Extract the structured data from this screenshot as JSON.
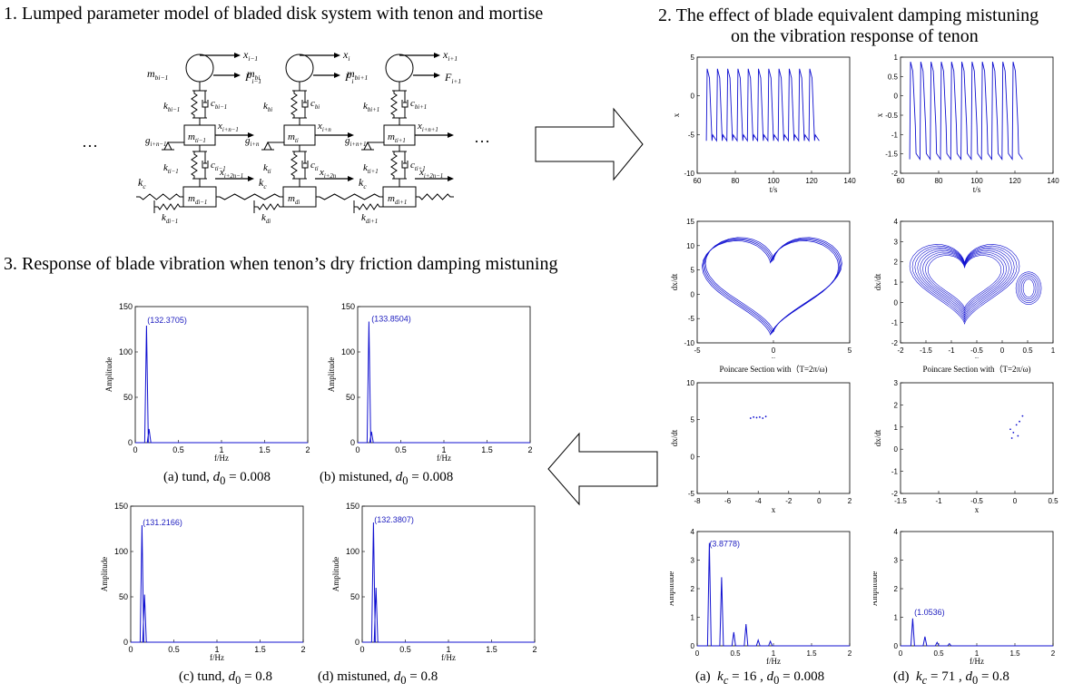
{
  "sections": {
    "s1": "1. Lumped parameter model of bladed disk system with tenon and mortise",
    "s2_line1": "2. The effect of blade equivalent damping mistuning",
    "s2_line2": "on the vibration response of tenon",
    "s3": "3. Response of blade vibration when tenon’s dry friction damping mistuning"
  },
  "model": {
    "ellipsis": "···",
    "cols": [
      {
        "sfx": "i−1",
        "mb": "m",
        "mbs": "bi−1",
        "F": "F",
        "Fs": "i−1",
        "x": "x",
        "xs": "i−1",
        "kb": "k",
        "kbs": "bi−1",
        "cb": "c",
        "cbs": "bi−1",
        "mt": "m",
        "mts": "ti−1",
        "xn": "x",
        "xns": "i+n−1",
        "g": "g",
        "gs": "i+n−1",
        "kt": "k",
        "kts": "ti−1",
        "ct": "c",
        "cts": "ti−1",
        "x2n": "x",
        "x2ns": "i+2n−1",
        "md": "m",
        "mds": "di−1",
        "kd": "k",
        "kds": "di−1"
      },
      {
        "sfx": "i",
        "mb": "m",
        "mbs": "bi",
        "F": "F",
        "Fs": "i",
        "x": "x",
        "xs": "i",
        "kb": "k",
        "kbs": "bi",
        "cb": "c",
        "cbs": "bi",
        "mt": "m",
        "mts": "ti",
        "xn": "x",
        "xns": "i+n",
        "g": "g",
        "gs": "i+n",
        "kt": "k",
        "kts": "ti",
        "ct": "c",
        "cts": "ti",
        "x2n": "x",
        "x2ns": "i+2n",
        "md": "m",
        "mds": "di",
        "kd": "k",
        "kds": "di"
      },
      {
        "sfx": "i+1",
        "mb": "m",
        "mbs": "bi+1",
        "F": "F",
        "Fs": "i+1",
        "x": "x",
        "xs": "i+1",
        "kb": "k",
        "kbs": "bi+1",
        "cb": "c",
        "cbs": "bi+1",
        "mt": "m",
        "mts": "ti+1",
        "xn": "x",
        "xns": "i+n+1",
        "g": "g",
        "gs": "i+n+1",
        "kt": "k",
        "kts": "ti+1",
        "ct": "c",
        "cts": "ti+1",
        "x2n": "x",
        "x2ns": "i+2n−1",
        "md": "m",
        "mds": "di+1",
        "kd": "k",
        "kds": "di+1"
      }
    ],
    "kc": "k",
    "kcs": "c"
  },
  "right_plots": {
    "time_a": {
      "ylabel": "x",
      "xlabel": "t/s",
      "xticks": [
        "60",
        "80",
        "100",
        "120",
        "140"
      ],
      "yticks": [
        "5",
        "0",
        "-5",
        "-10"
      ]
    },
    "time_b": {
      "ylabel": "x",
      "xlabel": "t/s",
      "xticks": [
        "60",
        "80",
        "100",
        "120",
        "140"
      ],
      "yticks": [
        "1",
        "0.5",
        "0",
        "-0.5",
        "-1",
        "-1.5",
        "-2"
      ]
    },
    "phase_a": {
      "ylabel": "dx/dt",
      "xlabel": "x",
      "xticks": [
        "-5",
        "0",
        "5"
      ],
      "yticks": [
        "15",
        "10",
        "5",
        "0",
        "-5",
        "-10"
      ]
    },
    "phase_b": {
      "ylabel": "dx/dt",
      "xlabel": "x",
      "xticks": [
        "-2",
        "-1.5",
        "-1",
        "-0.5",
        "0",
        "0.5",
        "1"
      ],
      "yticks": [
        "4",
        "3",
        "2",
        "1",
        "0",
        "-1",
        "-2"
      ]
    },
    "poinc_title": "Poincare Section with（T=2π/ω)",
    "poinc_a": {
      "ylabel": "dx/dt",
      "xlabel": "x",
      "xticks": [
        "-8",
        "-6",
        "-4",
        "-2",
        "0",
        "2"
      ],
      "yticks": [
        "10",
        "5",
        "0",
        "-5"
      ]
    },
    "poinc_b": {
      "ylabel": "dx/dt",
      "xlabel": "x",
      "xticks": [
        "-1.5",
        "-1",
        "-0.5",
        "0",
        "0.5"
      ],
      "yticks": [
        "3",
        "2",
        "1",
        "0",
        "-1",
        "-2"
      ]
    },
    "fft_a": {
      "ylabel": "Amplitude",
      "xlabel": "f/Hz",
      "peak": "(3.8778)",
      "xticks": [
        "0",
        "0.5",
        "1",
        "1.5",
        "2"
      ],
      "yticks": [
        "4",
        "3",
        "2",
        "1",
        "0"
      ]
    },
    "fft_b": {
      "ylabel": "Amplitude",
      "xlabel": "f/Hz",
      "peak": "(1.0536)",
      "xticks": [
        "0",
        "0.5",
        "1",
        "1.5",
        "2"
      ],
      "yticks": [
        "4",
        "3",
        "2",
        "1",
        "0"
      ]
    }
  },
  "left_plots": {
    "fft_a": {
      "ylabel": "Amplitude",
      "xlabel": "f/Hz",
      "peak": "(132.3705)"
    },
    "fft_b": {
      "ylabel": "Amplitude",
      "xlabel": "f/Hz",
      "peak": "(133.8504)"
    },
    "fft_c": {
      "ylabel": "Amplitude",
      "xlabel": "f/Hz",
      "peak": "(131.2166)"
    },
    "fft_d": {
      "ylabel": "Amplitude",
      "xlabel": "f/Hz",
      "peak": "(132.3807)"
    },
    "xticks": [
      "0",
      "0.5",
      "1",
      "1.5",
      "2"
    ],
    "yticks": [
      "150",
      "100",
      "50",
      "0"
    ]
  },
  "captions": {
    "a_left": "(a) tund,",
    "b_left": "(b) mistuned,",
    "c_left": "(c) tund,",
    "d_left": "(d) mistuned,",
    "d0": "d",
    "d0s": "0",
    "eq_a": "= 0.008",
    "eq_b": "= 0.008",
    "eq_c": "= 0.8",
    "eq_d": "= 0.8",
    "r_a": "(a)",
    "r_d": "(d)",
    "kc_a": "= 16 ,",
    "kc_d": "= 71 ,",
    "r_eq_a": "= 0.008",
    "r_eq_d": "= 0.8"
  },
  "colors": {
    "line": "#1010d0",
    "peak": "#2020c0"
  }
}
